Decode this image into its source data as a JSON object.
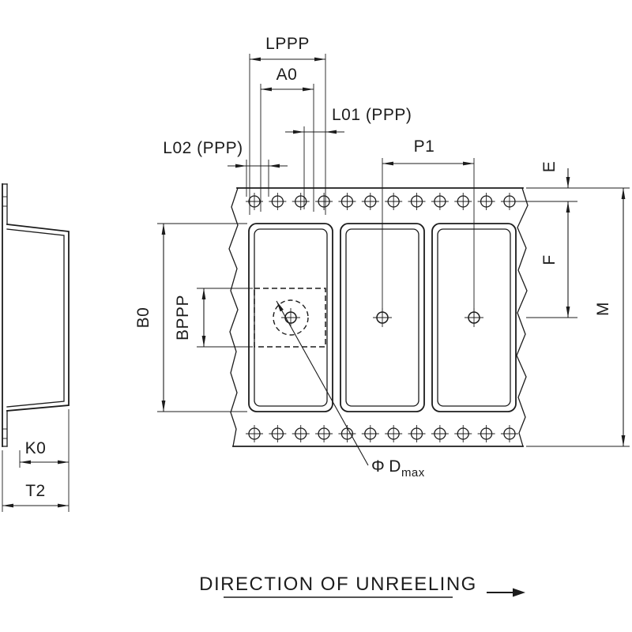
{
  "labels": {
    "lppp": "LPPP",
    "a0": "A0",
    "l01": "L01 (PPP)",
    "l02": "L02 (PPP)",
    "p1": "P1",
    "e": "E",
    "f": "F",
    "m": "M",
    "b0": "B0",
    "bppp": "BPPP",
    "k0": "K0",
    "t2": "T2"
  },
  "callout": {
    "phi": "Φ",
    "letter": "D",
    "subscript": "max"
  },
  "footer": {
    "direction": "DIRECTION OF UNREELING"
  },
  "structure": {
    "pockets": 3,
    "sprocket_holes_per_row": 12,
    "sprocket_rows": 2
  },
  "colors": {
    "ink": "#1c1c1c",
    "background": "#ffffff"
  }
}
